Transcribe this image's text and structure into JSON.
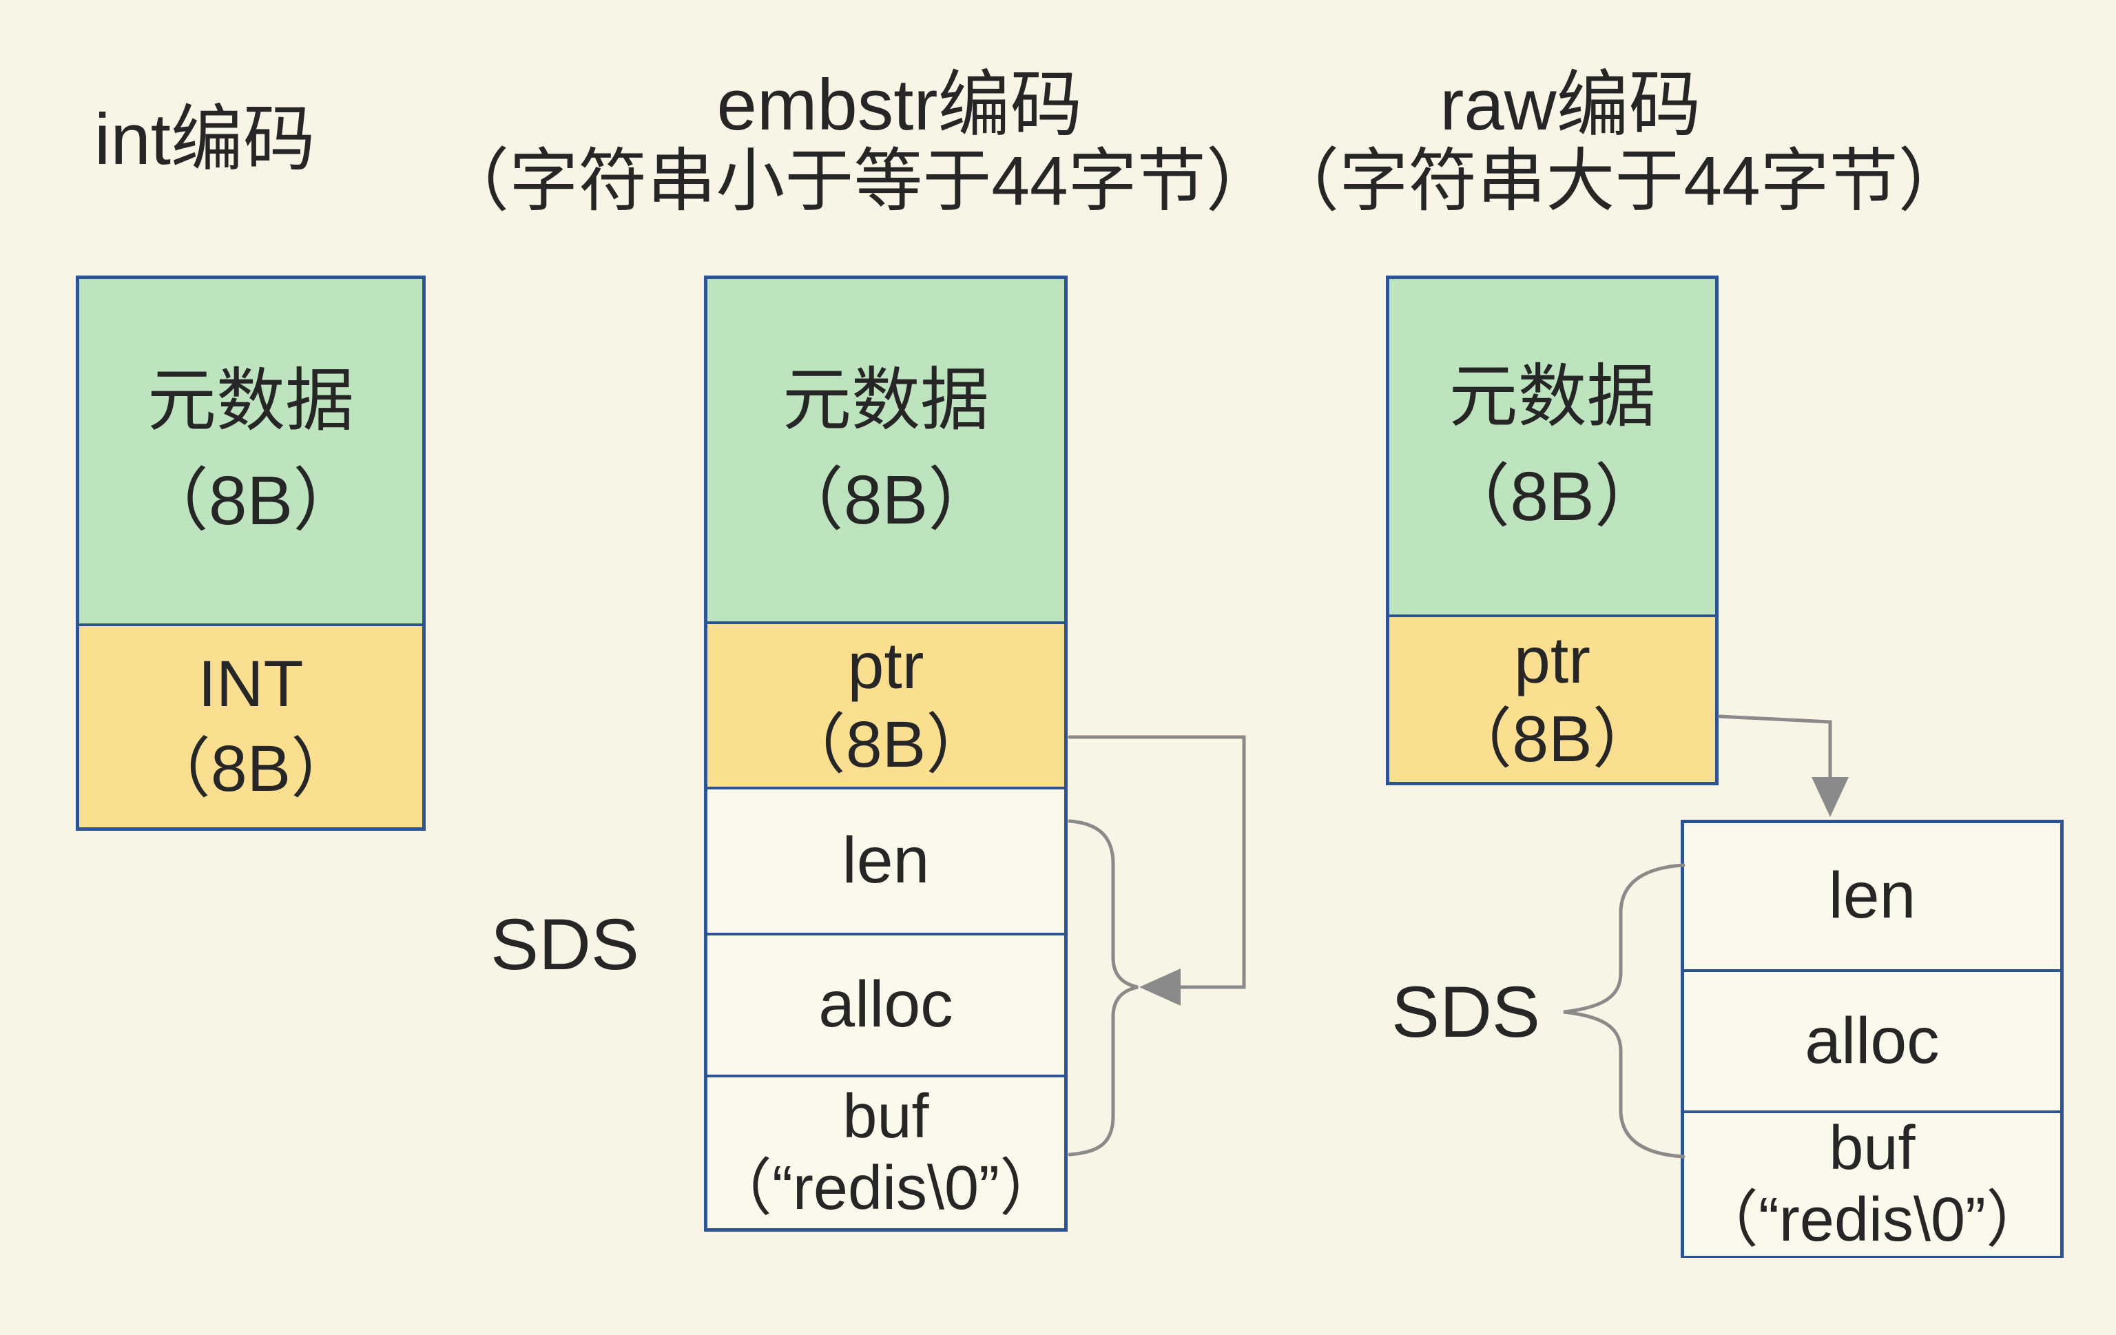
{
  "diagram": {
    "subject": "Redis string object encodings",
    "columns": {
      "int": {
        "title": "int编码",
        "box": {
          "cells": [
            {
              "id": "metadata",
              "label": "元数据\n（8B）"
            },
            {
              "id": "int",
              "label": "INT\n（8B）"
            }
          ]
        }
      },
      "embstr": {
        "title_line1": "embstr编码",
        "title_line2": "（字符串小于等于44字节）",
        "sds_label": "SDS",
        "box": {
          "cells": [
            {
              "id": "metadata",
              "label": "元数据\n（8B）"
            },
            {
              "id": "ptr",
              "label": "ptr\n（8B）"
            },
            {
              "id": "len",
              "label": "len"
            },
            {
              "id": "alloc",
              "label": "alloc"
            },
            {
              "id": "buf",
              "label": "buf\n（“redis\\0”）"
            }
          ]
        }
      },
      "raw": {
        "title_line1": "raw编码",
        "title_line2": "（字符串大于44字节）",
        "sds_label": "SDS",
        "top_box": {
          "cells": [
            {
              "id": "metadata",
              "label": "元数据\n（8B）"
            },
            {
              "id": "ptr",
              "label": "ptr\n（8B）"
            }
          ]
        },
        "sds_box": {
          "cells": [
            {
              "id": "len",
              "label": "len"
            },
            {
              "id": "alloc",
              "label": "alloc"
            },
            {
              "id": "buf",
              "label": "buf\n（“redis\\0”）"
            }
          ]
        }
      }
    },
    "colors": {
      "background": "#f8f5e6",
      "cell_fill": "#fbf8ec",
      "metadata_green": "#bee3bf",
      "pointer_yellow": "#fbdf90",
      "border_blue": "#2d5492",
      "arrow_gray": "#8a8a8a",
      "text": "#262626"
    }
  }
}
